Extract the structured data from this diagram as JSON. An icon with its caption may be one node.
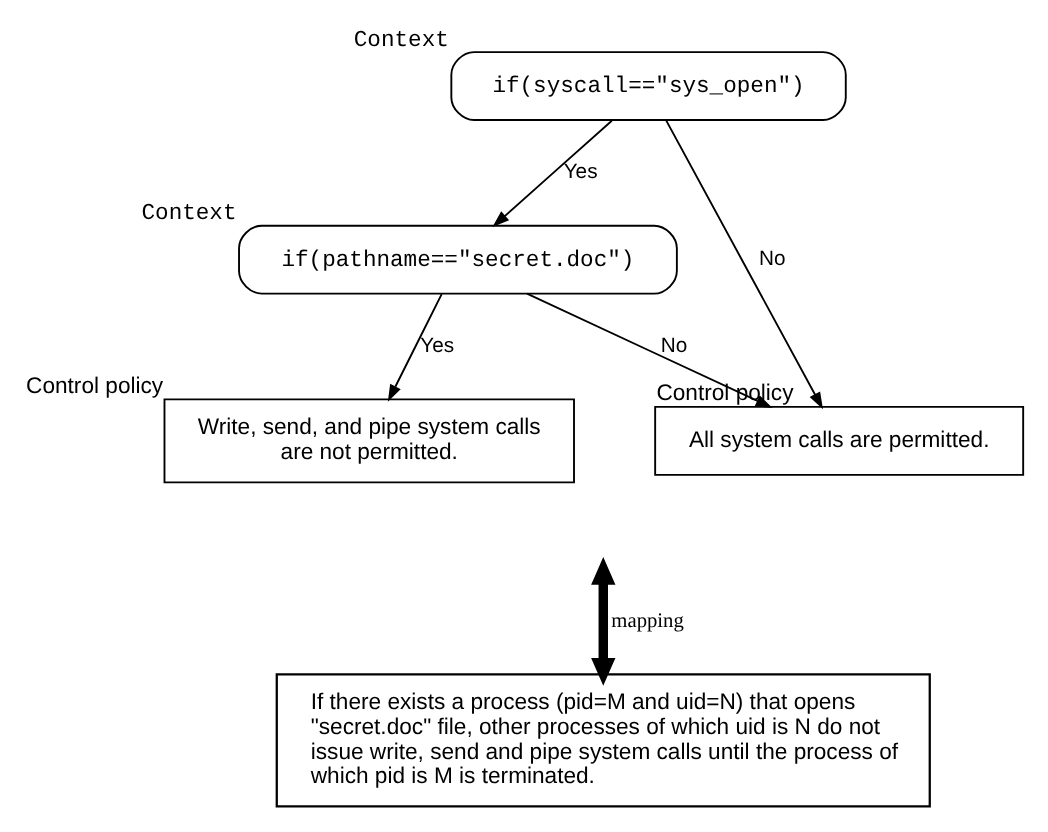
{
  "diagram": {
    "nodes": [
      {
        "text": [
          "if(syscall==\"sys_open\")"
        ],
        "beside": [
          "Context"
        ]
      },
      {
        "text": [
          "if(pathname==\"secret.doc\")"
        ],
        "beside": [
          "Context"
        ]
      },
      {
        "text": [
          "Write, send, and pipe system calls are not permitted."
        ],
        "beside": [
          "Control policy"
        ]
      },
      {
        "text": [
          "All system calls are permitted."
        ],
        "beside": [
          "Control policy"
        ]
      },
      {
        "text": [
          "If there exists a process (pid=M and uid=N) that opens \"secret.doc\" file, other processes of which uid is N do not issue write, send and pipe system calls until the process of which pid is M is terminated."
        ]
      }
    ],
    "edges": [
      {
        "from": 0,
        "to": 1,
        "arrow": "to",
        "label": "Yes"
      },
      {
        "from": 0,
        "to": 3,
        "arrow": "to",
        "label": "No"
      },
      {
        "from": 1,
        "to": 2,
        "arrow": "to",
        "label": "Yes"
      },
      {
        "from": 1,
        "to": 3,
        "arrow": "to",
        "label": "No"
      },
      {
        "from": null,
        "to": 4,
        "arrow": "both",
        "label": "mapping",
        "style": "thick"
      }
    ]
  }
}
